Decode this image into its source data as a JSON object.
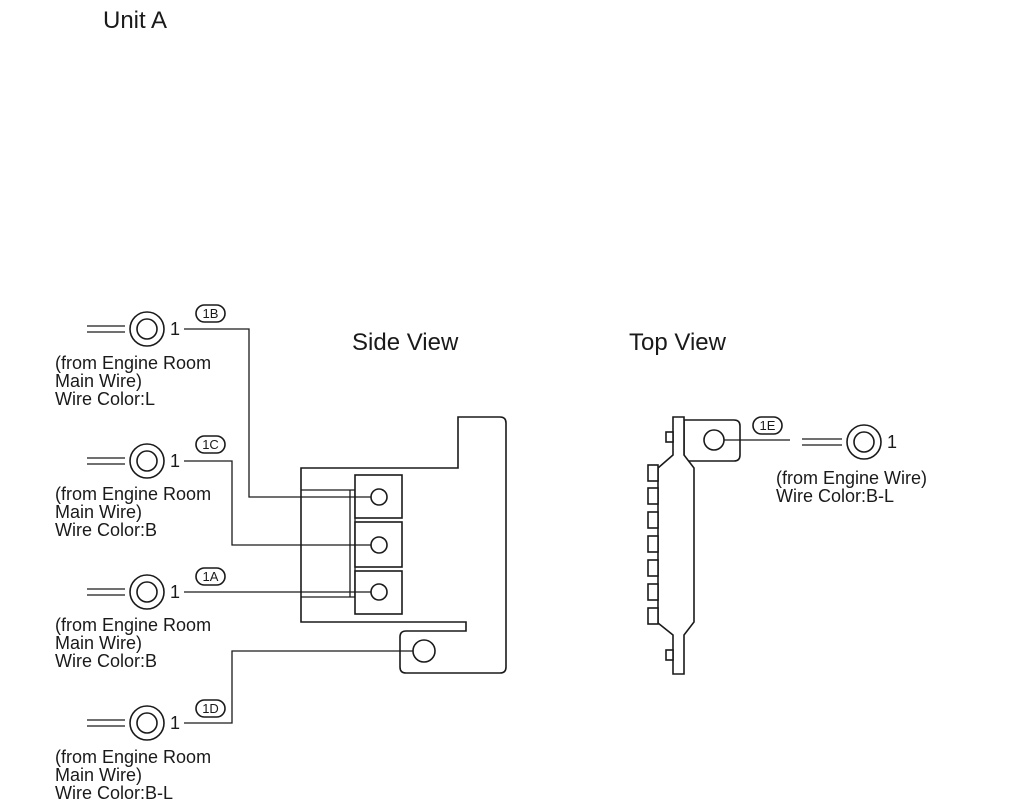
{
  "unit_title": "Unit A",
  "views": {
    "side": "Side View",
    "top": "Top View"
  },
  "connections": [
    {
      "id": "1B",
      "pin": "1",
      "source_lines": [
        "(from Engine Room",
        "Main Wire)"
      ],
      "wire_color": "Wire Color:L"
    },
    {
      "id": "1C",
      "pin": "1",
      "source_lines": [
        "(from Engine Room",
        "Main Wire)"
      ],
      "wire_color": "Wire Color:B"
    },
    {
      "id": "1A",
      "pin": "1",
      "source_lines": [
        "(from Engine Room",
        "Main Wire)"
      ],
      "wire_color": "Wire Color:B"
    },
    {
      "id": "1D",
      "pin": "1",
      "source_lines": [
        "(from Engine Room",
        "Main Wire)"
      ],
      "wire_color": "Wire Color:B-L"
    },
    {
      "id": "1E",
      "pin": "1",
      "source_lines": [
        "(from Engine Wire)"
      ],
      "wire_color": "Wire Color:B-L"
    }
  ]
}
